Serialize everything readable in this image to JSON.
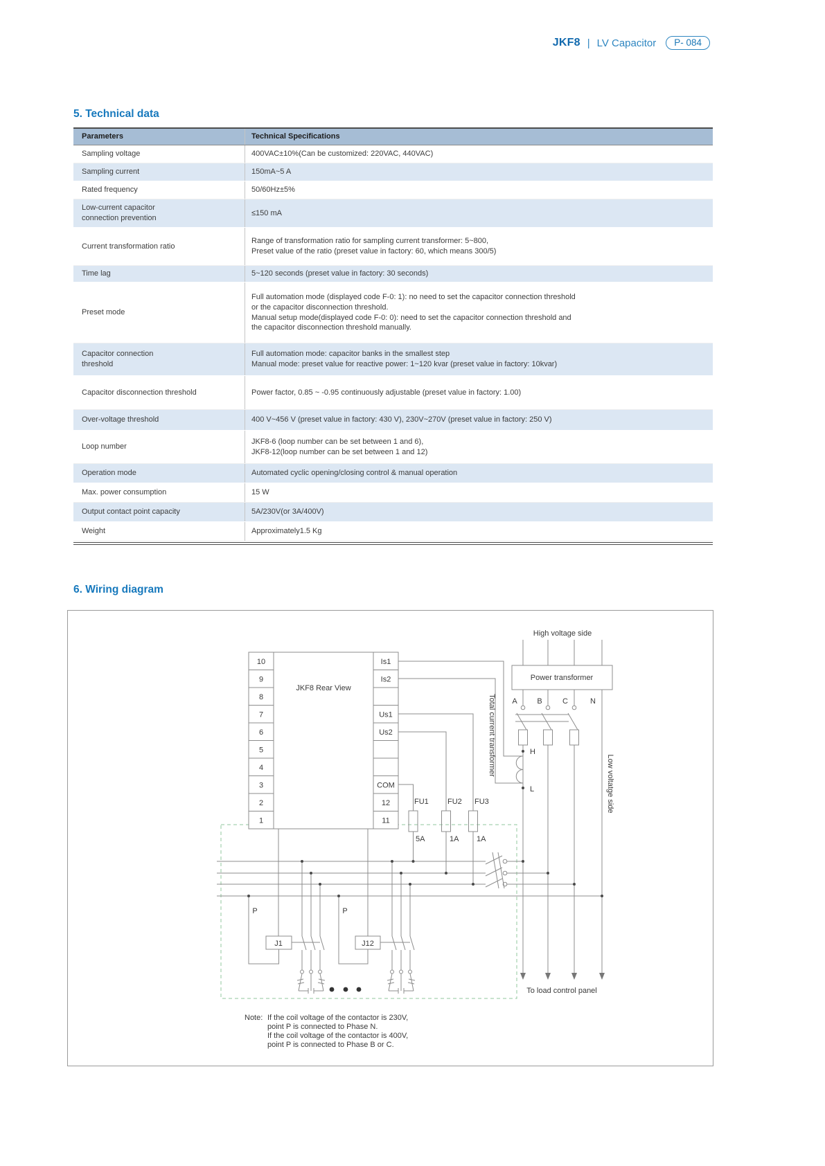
{
  "header": {
    "product": "JKF8",
    "divider": "|",
    "category": "LV Capacitor",
    "page_badge": "P- 084"
  },
  "sections": {
    "technical_data": "5. Technical data",
    "wiring_diagram": "6. Wiring diagram"
  },
  "table": {
    "columns": [
      "Parameters",
      "Technical Specifications"
    ],
    "rows": [
      {
        "param": "Sampling voltage",
        "spec": "400VAC±10%(Can be customized: 220VAC, 440VAC)"
      },
      {
        "param": "Sampling current",
        "spec": "150mA~5 A"
      },
      {
        "param": "Rated frequency",
        "spec": "50/60Hz±5%"
      },
      {
        "param": "Low-current capacitor\nconnection prevention",
        "spec": "≤150 mA"
      },
      {
        "param": "Current transformation ratio",
        "spec": "Range of transformation ratio for sampling current transformer: 5~800,\nPreset value of the ratio (preset value in factory: 60, which means 300/5)"
      },
      {
        "param": "Time lag",
        "spec": "5~120 seconds (preset value in factory: 30 seconds)"
      },
      {
        "param": "Preset mode",
        "spec": "Full automation mode (displayed code F-0: 1): no need to set the capacitor connection threshold\nor the capacitor disconnection threshold.\nManual setup mode(displayed code F-0: 0): need to set the capacitor connection threshold and\nthe capacitor disconnection threshold manually."
      },
      {
        "param": "Capacitor connection\nthreshold",
        "spec": "Full automation mode: capacitor banks in the smallest step\nManual mode: preset value for reactive power: 1~120 kvar (preset value in factory: 10kvar)"
      },
      {
        "param": "Capacitor disconnection threshold",
        "spec": "Power factor, 0.85 ~ -0.95 continuously adjustable (preset value in factory: 1.00)"
      },
      {
        "param": "Over-voltage threshold",
        "spec": "400 V~456 V (preset value in factory: 430 V), 230V~270V (preset value in factory: 250 V)"
      },
      {
        "param": "Loop number",
        "spec": "JKF8-6 (loop number can be set between 1 and 6),\nJKF8-12(loop number can be set between 1 and 12)"
      },
      {
        "param": "Operation mode",
        "spec": "Automated cyclic opening/closing control & manual operation"
      },
      {
        "param": "Max. power consumption",
        "spec": "15 W"
      },
      {
        "param": "Output contact point capacity",
        "spec": "5A/230V(or 3A/400V)"
      },
      {
        "param": "Weight",
        "spec": "Approximately1.5 Kg"
      }
    ]
  },
  "diagram": {
    "high_voltage_side": "High voltage side",
    "power_transformer": "Power transformer",
    "phases": {
      "a": "A",
      "b": "B",
      "c": "C",
      "n": "N"
    },
    "h": "H",
    "l": "L",
    "total_current_transformer": "Total current transformer",
    "low_voltage_side": "Low voltatge side",
    "rear_view": "JKF8 Rear View",
    "left_terminals": [
      "10",
      "9",
      "8",
      "7",
      "6",
      "5",
      "4",
      "3",
      "2",
      "1"
    ],
    "right_terminals": [
      "Is1",
      "Is2",
      "",
      "Us1",
      "Us2",
      "",
      "",
      "COM",
      "12",
      "11"
    ],
    "fuses": [
      {
        "name": "FU1",
        "rating": "5A"
      },
      {
        "name": "FU2",
        "rating": "1A"
      },
      {
        "name": "FU3",
        "rating": "1A"
      }
    ],
    "p_label": "P",
    "j1": "J1",
    "j12": "J12",
    "to_load_control_panel": "To load control panel",
    "note": {
      "label": "Note:",
      "lines": [
        "If the coil voltage of the contactor is 230V,",
        "point P is connected to Phase N.",
        "If the coil voltage of the contactor is 400V,",
        "point P is connected to Phase B or C."
      ]
    }
  },
  "colors": {
    "accent_blue": "#1779bd",
    "table_header_bg": "#a6bdd5",
    "row_alt_bg": "#dce7f3",
    "diagram_stroke": "#8c8c8c",
    "dashed_green": "#90c79c"
  }
}
